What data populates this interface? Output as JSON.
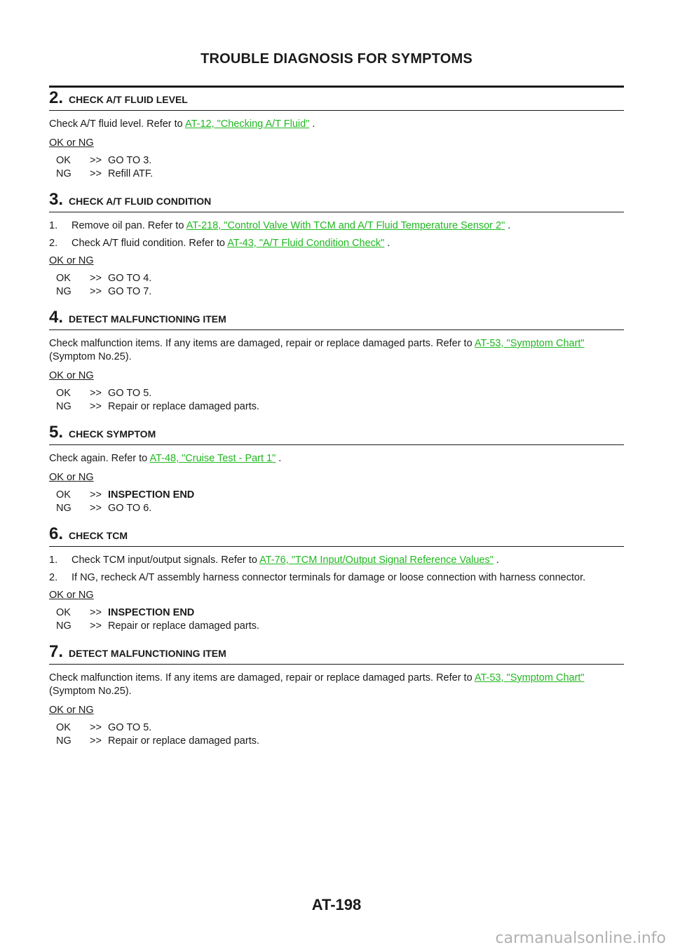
{
  "header": {
    "title": "TROUBLE DIAGNOSIS FOR SYMPTOMS"
  },
  "steps": [
    {
      "number": "2",
      "title": "CHECK A/T FLUID LEVEL",
      "text_before": "Check A/T fluid level. Refer to ",
      "link": "AT-12, \"Checking A/T Fluid\"",
      "text_after": " .",
      "ok_ng": "OK or NG",
      "results": [
        {
          "code": "OK",
          "arrow": ">>",
          "text": "GO TO 3."
        },
        {
          "code": "NG",
          "arrow": ">>",
          "text": "Refill ATF."
        }
      ]
    },
    {
      "number": "3",
      "title": "CHECK A/T FLUID CONDITION",
      "items": [
        {
          "num": "1.",
          "before": "Remove oil pan. Refer to ",
          "link": "AT-218, \"Control Valve With TCM and A/T Fluid Temperature Sensor 2\"",
          "after": " ."
        },
        {
          "num": "2.",
          "before": "Check A/T fluid condition. Refer to ",
          "link": "AT-43, \"A/T Fluid Condition Check\"",
          "after": " ."
        }
      ],
      "ok_ng": "OK or NG",
      "results": [
        {
          "code": "OK",
          "arrow": ">>",
          "text": "GO TO 4."
        },
        {
          "code": "NG",
          "arrow": ">>",
          "text": "GO TO 7."
        }
      ]
    },
    {
      "number": "4",
      "title": "DETECT MALFUNCTIONING ITEM",
      "text_before": "Check malfunction items. If any items are damaged, repair or replace damaged parts. Refer to ",
      "link": "AT-53, \"Symptom Chart\"",
      "text_after": " (Symptom No.25).",
      "ok_ng": "OK or NG",
      "results": [
        {
          "code": "OK",
          "arrow": ">>",
          "text": "GO TO 5."
        },
        {
          "code": "NG",
          "arrow": ">>",
          "text": "Repair or replace damaged parts."
        }
      ]
    },
    {
      "number": "5",
      "title": "CHECK SYMPTOM",
      "text_before": "Check again. Refer to ",
      "link": "AT-48, \"Cruise Test - Part 1\"",
      "text_after": " .",
      "ok_ng": "OK or NG",
      "results": [
        {
          "code": "OK",
          "arrow": ">>",
          "text": "INSPECTION END"
        },
        {
          "code": "NG",
          "arrow": ">>",
          "text": "GO TO 6."
        }
      ]
    },
    {
      "number": "6",
      "title": "CHECK TCM",
      "items": [
        {
          "num": "1.",
          "before": "Check TCM input/output signals. Refer to ",
          "link": "AT-76, \"TCM Input/Output Signal Reference Values\"",
          "after": " ."
        },
        {
          "num": "2.",
          "before": "If NG, recheck A/T assembly harness connector terminals for damage or loose connection with harness connector.",
          "link": "",
          "after": ""
        }
      ],
      "ok_ng": "OK or NG",
      "results": [
        {
          "code": "OK",
          "arrow": ">>",
          "text": "INSPECTION END"
        },
        {
          "code": "NG",
          "arrow": ">>",
          "text": "Repair or replace damaged parts."
        }
      ]
    },
    {
      "number": "7",
      "title": "DETECT MALFUNCTIONING ITEM",
      "text_before": "Check malfunction items. If any items are damaged, repair or replace damaged parts. Refer to ",
      "link": "AT-53, \"Symptom Chart\"",
      "text_after": " (Symptom No.25).",
      "ok_ng": "OK or NG",
      "results": [
        {
          "code": "OK",
          "arrow": ">>",
          "text": "GO TO 5."
        },
        {
          "code": "NG",
          "arrow": ">>",
          "text": "Repair or replace damaged parts."
        }
      ]
    }
  ],
  "footer": {
    "page_number": "AT-198",
    "watermark": "carmanualsonline.info"
  },
  "colors": {
    "link": "#20b820",
    "text": "#1a1a1a"
  }
}
